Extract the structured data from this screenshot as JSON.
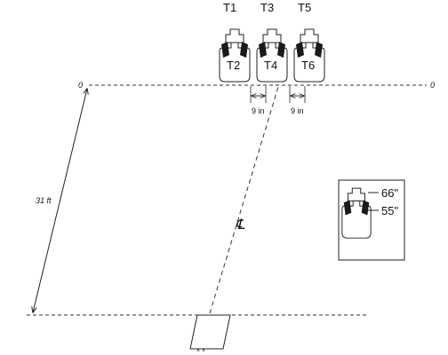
{
  "diagram": {
    "zero_left": "0",
    "zero_right": "0",
    "targets": [
      {
        "top": "T1",
        "bottom": "T2"
      },
      {
        "top": "T3",
        "bottom": "T4"
      },
      {
        "top": "T5",
        "bottom": "T6"
      }
    ],
    "gap_labels": [
      "9 in",
      "9 in"
    ],
    "distance_label": "31 ft",
    "centerline_symbol": "℄",
    "legend": {
      "upper_height": "66\"",
      "lower_height": "55\""
    }
  }
}
